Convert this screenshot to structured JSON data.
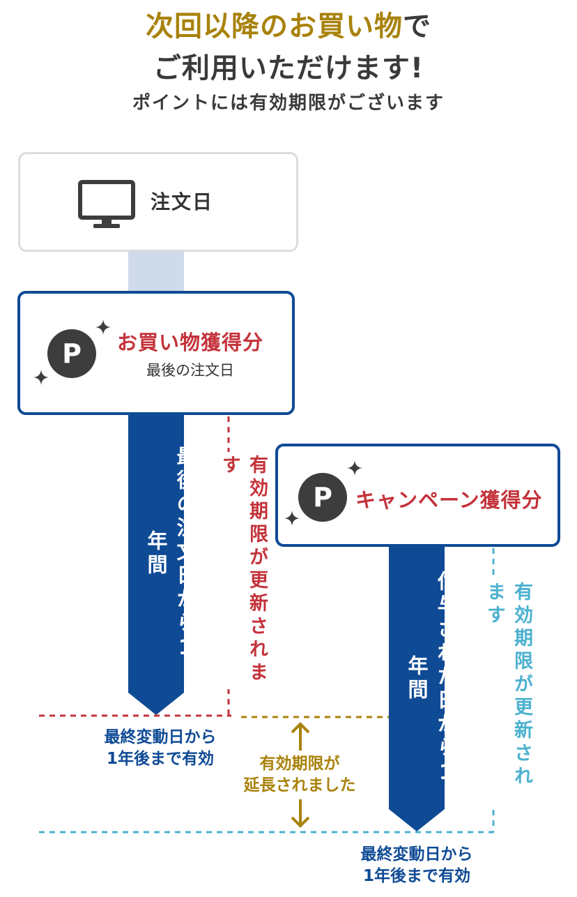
{
  "header": {
    "title_highlight": "次回以降のお買い物",
    "title_suffix": "で",
    "title_line2": "ご利用いただけます!",
    "subtitle": "ポイントには有効期限がございます"
  },
  "order": {
    "label": "注文日",
    "icon": "monitor-icon"
  },
  "purchase_card": {
    "badge": "P",
    "title": "お買い物獲得分",
    "subtitle": "最後の注文日"
  },
  "purchase_bar": {
    "label": "最後の注文日から1年間"
  },
  "purchase_renew": "有効期限が更新されます",
  "purchase_result": {
    "line1": "最終変動日から",
    "line2": "1年後まで有効"
  },
  "campaign_card": {
    "badge": "P",
    "title": "キャンペーン獲得分"
  },
  "campaign_bar": {
    "label": "付与された日から1年間"
  },
  "campaign_renew": "有効期限が更新されます",
  "campaign_result": {
    "line1": "最終変動日から",
    "line2": "1年後まで有効"
  },
  "extension_note": {
    "line1": "有効期限が",
    "line2": "延長されました"
  },
  "colors": {
    "gold": "#a8820b",
    "navy": "#0f4a95",
    "red": "#c4323a",
    "teal": "#4bb1cf",
    "connector": "#cfdbea",
    "dark": "#3d3d3d"
  }
}
